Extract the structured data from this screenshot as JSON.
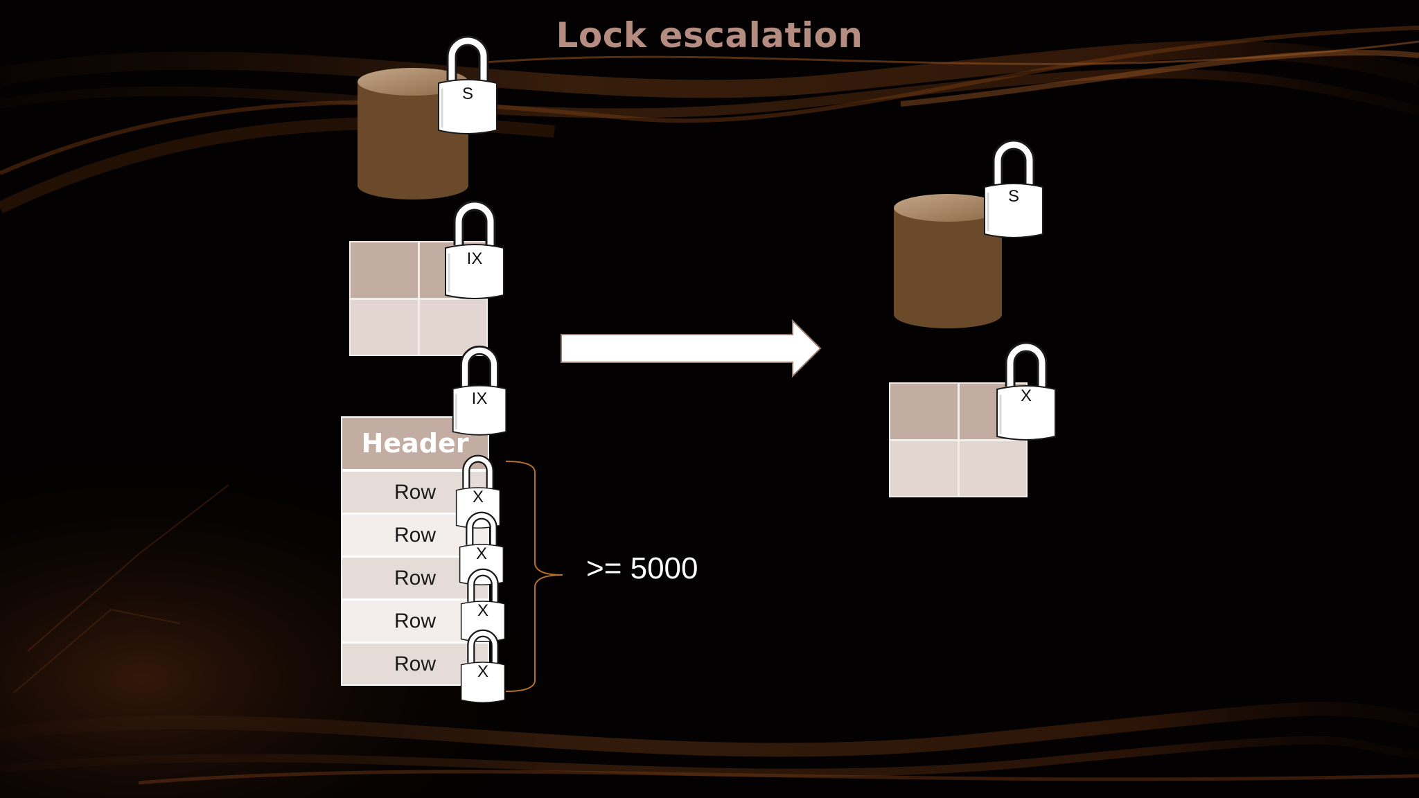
{
  "title": "Lock escalation",
  "table": {
    "header": "Header",
    "rows": [
      "Row",
      "Row",
      "Row",
      "Row",
      "Row"
    ]
  },
  "threshold": ">= 5000",
  "locks": {
    "left_database": "S",
    "left_page": "IX",
    "left_table": "IX",
    "row_1": "X",
    "row_2": "X",
    "row_3": "X",
    "row_4": "X",
    "right_database": "S",
    "right_page": "X"
  },
  "colors": {
    "background": "#030101",
    "title": "#b48c80",
    "database": "#6b4a2c",
    "cell_dark": "#c3aca1",
    "cell_light": "#e3d6d0",
    "accent_brace": "#b5712c"
  }
}
